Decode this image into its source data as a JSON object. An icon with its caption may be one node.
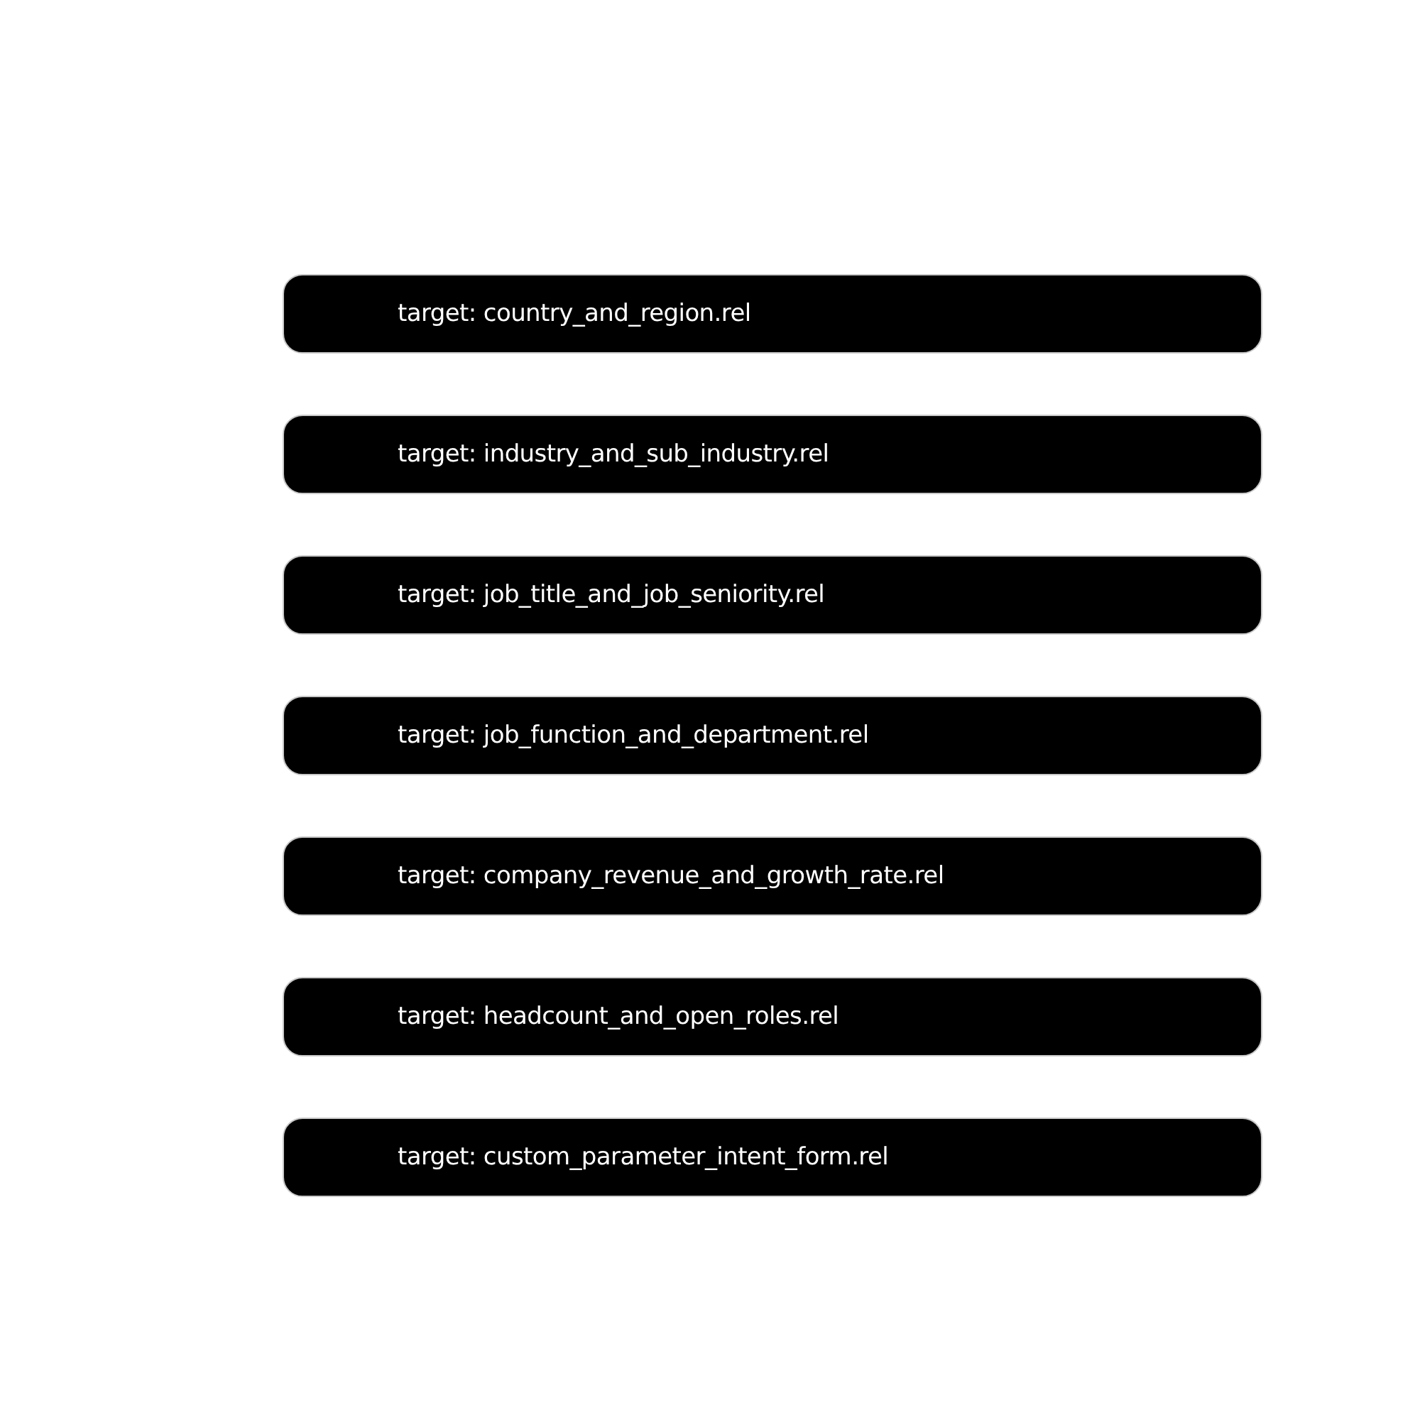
{
  "diagram": {
    "nodes": [
      {
        "text": [
          "target: country_and_region.rel"
        ]
      },
      {
        "text": [
          "target: industry_and_sub_industry.rel"
        ]
      },
      {
        "text": [
          "target: job_title_and_job_seniority.rel"
        ]
      },
      {
        "text": [
          "target: job_function_and_department.rel"
        ]
      },
      {
        "text": [
          "target: company_revenue_and_growth_rate.rel"
        ]
      },
      {
        "text": [
          "target: headcount_and_open_roles.rel"
        ]
      },
      {
        "text": [
          "target: custom_parameter_intent_form.rel"
        ]
      }
    ]
  }
}
